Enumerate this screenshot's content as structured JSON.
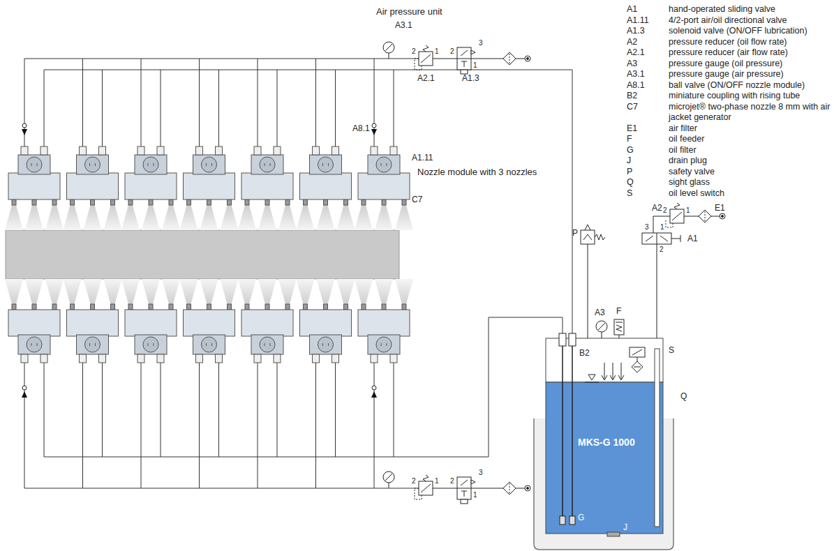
{
  "diagram": {
    "nodes": [
      {
        "text": [
          "MKS-G 1000"
        ]
      }
    ],
    "labels": [
      "Air pressure unit",
      "A3.1",
      "2",
      "1",
      "A2.1",
      "2",
      "1",
      "3",
      "A1.3",
      "A8.1",
      "A1.11",
      "Nozzle module with 3 nozzles",
      "C7",
      "P",
      "A2",
      "2",
      "1",
      "E1",
      "3",
      "1",
      "2",
      "A1",
      "F",
      "A3",
      "B2",
      "S",
      "Q",
      "G",
      "J",
      "2",
      "1",
      "2",
      "1",
      "3",
      "A1",
      "hand-operated sliding valve",
      "A1.11",
      "4/2-port air/oil directional valve",
      "A1.3",
      "solenoid valve (ON/OFF lubrication)",
      "A2",
      "pressure reducer (oil flow rate)",
      "A2.1",
      "pressure reducer (air flow rate)",
      "A3",
      "pressure gauge (oil pressure)",
      "A3.1",
      "pressure gauge (air pressure)",
      "A8.1",
      "ball valve (ON/OFF nozzle module)",
      "B2",
      "miniature coupling with rising tube",
      "C7",
      "microjet® two-phase nozzle 8 mm with air jacket generator",
      "E1",
      "air filter",
      "F",
      "oil feeder",
      "G",
      "oil filter",
      "J",
      "drain plug",
      "P",
      "safety valve",
      "Q",
      "sight glass",
      "S",
      "oil level switch"
    ]
  }
}
